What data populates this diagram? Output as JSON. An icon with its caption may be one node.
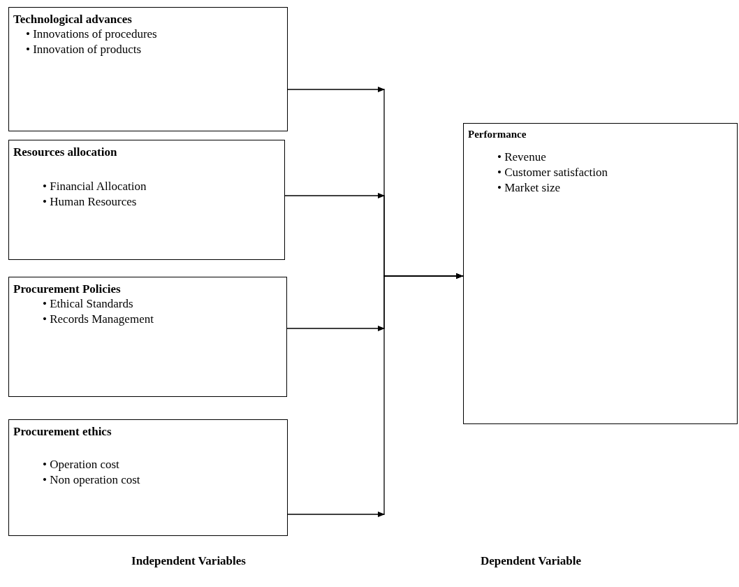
{
  "diagram": {
    "nodes": [
      {
        "text": [
          "Technological advances",
          "• Innovations of procedures",
          "• Innovation of products"
        ]
      },
      {
        "text": [
          "Resources allocation",
          "• Financial Allocation",
          "• Human Resources"
        ]
      },
      {
        "text": [
          "Procurement Policies",
          "• Ethical Standards",
          "• Records Management"
        ]
      },
      {
        "text": [
          "Procurement ethics",
          "• Operation cost",
          "• Non operation cost"
        ]
      },
      {
        "text": [
          "Performance",
          "• Revenue",
          "• Customer satisfaction",
          "• Market size"
        ]
      }
    ],
    "edges": [
      {
        "from": 0,
        "to": 4,
        "arrow": "to"
      },
      {
        "from": 1,
        "to": 4,
        "arrow": "to"
      },
      {
        "from": 2,
        "to": 4,
        "arrow": "to"
      },
      {
        "from": 3,
        "to": 4,
        "arrow": "to"
      }
    ],
    "labels": [
      "Independent Variables",
      "Dependent Variable"
    ]
  }
}
